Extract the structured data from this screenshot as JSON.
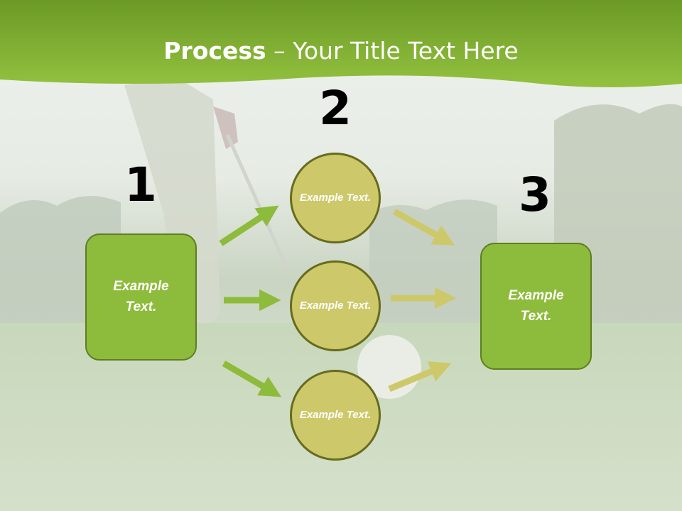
{
  "title": {
    "bold": "Process",
    "rest": " – Your Title Text Here"
  },
  "steps": [
    {
      "number": "1",
      "label": "Example Text."
    },
    {
      "number": "2",
      "label": "Example Text."
    },
    {
      "number": "3",
      "label": "Example Text."
    }
  ],
  "circles": [
    {
      "label": "Example Text."
    },
    {
      "label": "Example Text."
    },
    {
      "label": "Example Text."
    }
  ],
  "colors": {
    "header_green": "#7aaa2c",
    "box_fill": "#8dbb3b",
    "circle_fill": "#cdc96a",
    "arrow_green": "#8dbb3b",
    "arrow_olive": "#cdc96a"
  }
}
